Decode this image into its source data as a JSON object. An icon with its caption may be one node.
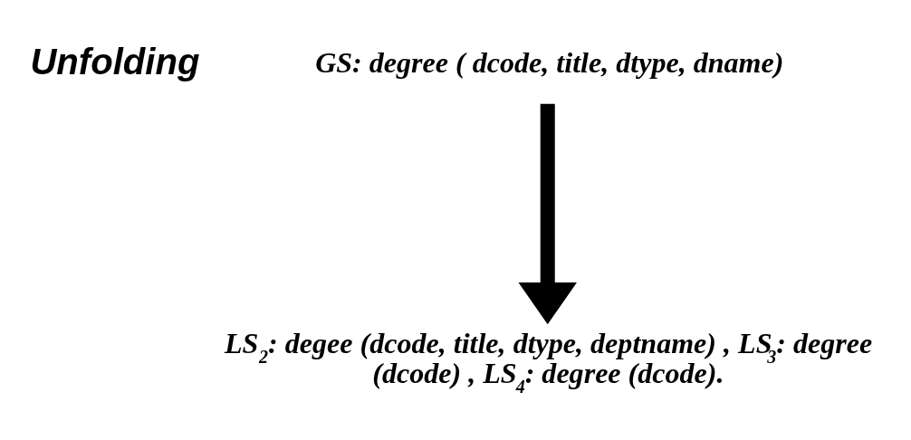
{
  "diagram": {
    "nodes": [
      {
        "text": [
          "GS: degree ( dcode, title, dtype, dname)"
        ]
      },
      {
        "text": [
          "LS$_{2}$: degee (dcode, title, dtype, deptname) , LS$_{3}$: degree (dcode) , LS$_{4}$: degree (dcode)."
        ]
      }
    ],
    "edges": [
      {
        "from": 0,
        "to": 1,
        "arrow": "to"
      }
    ],
    "labels": [
      "Unfolding"
    ]
  }
}
